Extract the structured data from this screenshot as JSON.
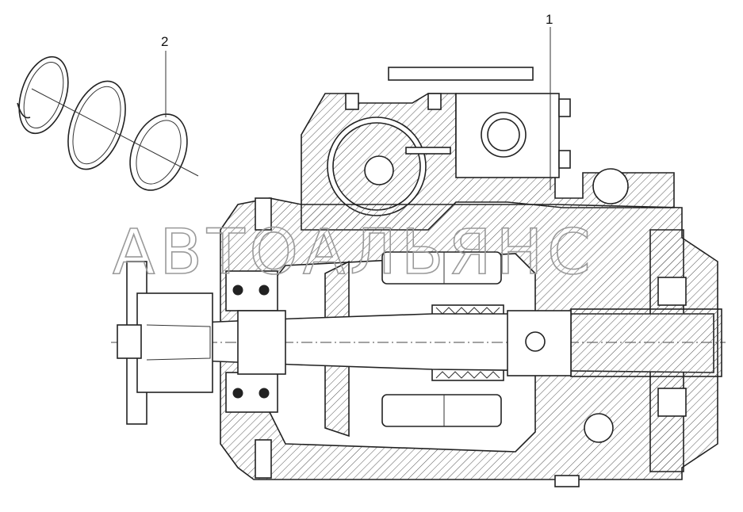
{
  "callouts": [
    {
      "id": "1",
      "label": "1"
    },
    {
      "id": "2",
      "label": "2"
    }
  ],
  "watermark": "АВТОАЛЬЯНС",
  "colors": {
    "line": "#222222",
    "watermark": "#9a9a9a",
    "background": "#ffffff"
  }
}
